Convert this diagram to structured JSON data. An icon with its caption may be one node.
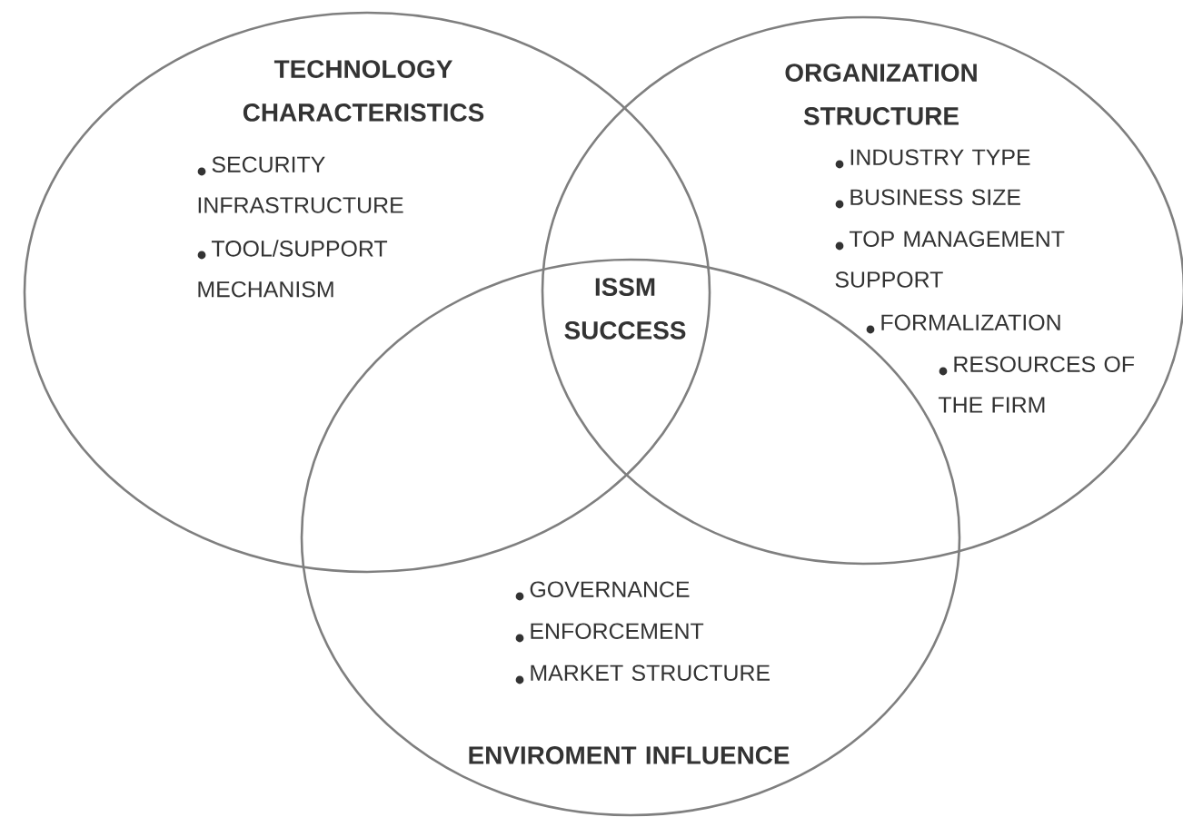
{
  "diagram": {
    "nodes": [
      {
        "text": [
          "TECHNOLOGY CHARACTERISTICS",
          "SECURITY INFRASTRUCTURE",
          "TOOL/SUPPORT MECHANISM"
        ]
      },
      {
        "text": [
          "ORGANIZATION STRUCTURE",
          "INDUSTRY TYPE",
          "BUSINESS SIZE",
          "TOP MANAGEMENT SUPPORT",
          "FORMALIZATION",
          "RESOURCES OF THE FIRM"
        ]
      },
      {
        "text": [
          "GOVERNANCE",
          "ENFORCEMENT",
          "MARKET STRUCTURE",
          "ENVIROMENT INFLUENCE"
        ]
      }
    ],
    "labels": [
      "ISSM SUCCESS"
    ]
  }
}
